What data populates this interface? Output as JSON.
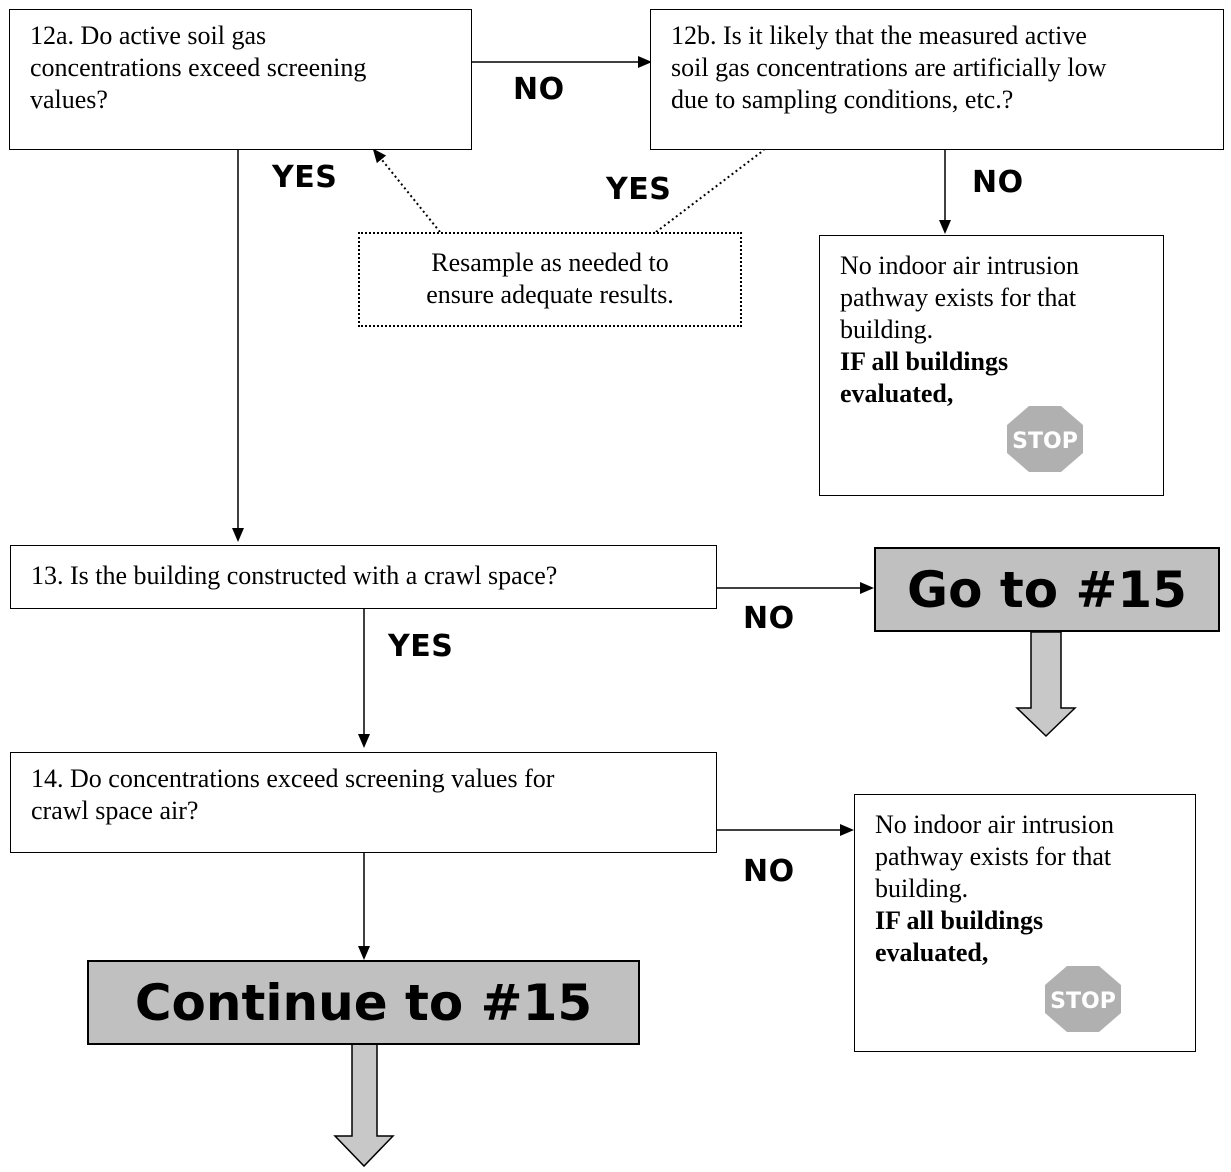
{
  "q12a": {
    "lines": [
      "12a. Do active soil gas",
      "concentrations exceed screening",
      "values?"
    ]
  },
  "q12b": {
    "lines": [
      "12b. Is it likely that the measured active",
      "soil gas concentrations are artificially low",
      "due to sampling conditions, etc.?"
    ]
  },
  "resample": {
    "lines": [
      "Resample as needed to",
      "ensure adequate results."
    ]
  },
  "nopath1": {
    "lines": [
      "No indoor air intrusion",
      "pathway exists for that",
      "building."
    ],
    "bold_lines": [
      "IF all buildings",
      "evaluated,"
    ],
    "stop": "STOP"
  },
  "q13": {
    "text": "13. Is the building constructed with a crawl space?"
  },
  "go15": {
    "text": "Go to #15"
  },
  "q14": {
    "lines": [
      "14. Do concentrations exceed screening values for",
      "crawl space air?"
    ]
  },
  "nopath2": {
    "lines": [
      "No indoor air intrusion",
      "pathway exists for that",
      "building."
    ],
    "bold_lines": [
      "IF all buildings",
      "evaluated,"
    ],
    "stop": "STOP"
  },
  "cont15": {
    "text": "Continue to #15"
  },
  "labels": {
    "no_12a": "NO",
    "yes_12a": "YES",
    "yes_12b": "YES",
    "no_12b": "NO",
    "no_13": "NO",
    "yes_13": "YES",
    "no_14": "NO"
  },
  "colors": {
    "stop_sign": "#b0b0b0",
    "go_box": "#c0c0c0",
    "block_arrow": "#c8c8c8"
  }
}
